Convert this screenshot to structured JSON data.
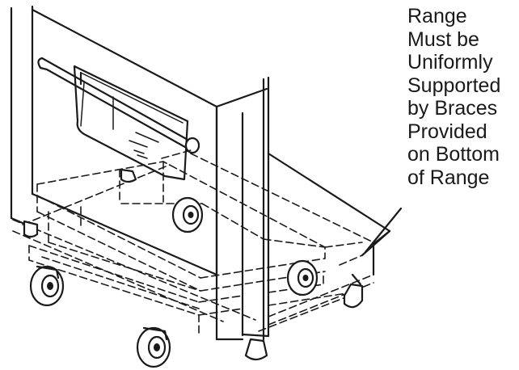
{
  "callout": {
    "lines": [
      "Range",
      "Must be",
      "Uniformly",
      "Supported",
      "by Braces",
      "Provided",
      "on Bottom",
      "of Range"
    ]
  },
  "icons": {
    "range": "range-appliance-icon",
    "dolly": "wheeled-dolly-icon",
    "caster": "caster-wheel-icon",
    "leveling_leg": "leveling-leg-icon"
  }
}
